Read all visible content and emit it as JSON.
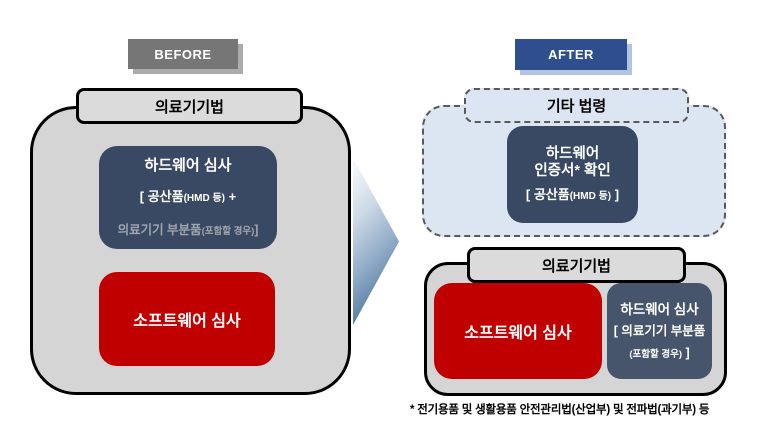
{
  "colors": {
    "navy_box": "#3A4963",
    "navy_box_muted": "#46546C",
    "red_box": "#C00000",
    "container_gray": "#D5D5D5",
    "header_gray": "#DBDBDB",
    "light_blue": "#DCE6F2",
    "before_badge": "#767676",
    "before_badge_shadow": "#ACACAC",
    "after_badge": "#2E4E8E",
    "after_badge_shadow": "#B3C3E2",
    "dashed_border": "#595959",
    "muted_text": "#9FA5AE"
  },
  "before": {
    "badge": "BEFORE",
    "law_header": "의료기기법",
    "hardware_box": {
      "title": "하드웨어 심사",
      "line1_main": "[ 공산품",
      "line1_small": "(HMD 등)",
      "line1_plus": " +",
      "line2_main": "의료기기 부분품",
      "line2_small": "(포함할 경우)",
      "line2_close": "]"
    },
    "software_box": "소프트웨어 심사"
  },
  "after": {
    "badge": "AFTER",
    "other_laws": {
      "header": "기타 법령",
      "cert_box": {
        "title_line1": "하드웨어",
        "title_line2": "인증서* 확인",
        "sub_main": "[ 공산품",
        "sub_small": "(HMD 등)",
        "sub_close": " ]"
      }
    },
    "medical_law": {
      "header": "의료기기법",
      "software_box": "소프트웨어 심사",
      "hardware_box": {
        "title": "하드웨어 심사",
        "line1": "[ 의료기기 부분품",
        "line2_small": "(포함할 경우)",
        "line2_close": " ]"
      }
    }
  },
  "footnote": "* 전기용품 및 생활용품 안전관리법(산업부) 및 전파법(과기부) 등"
}
